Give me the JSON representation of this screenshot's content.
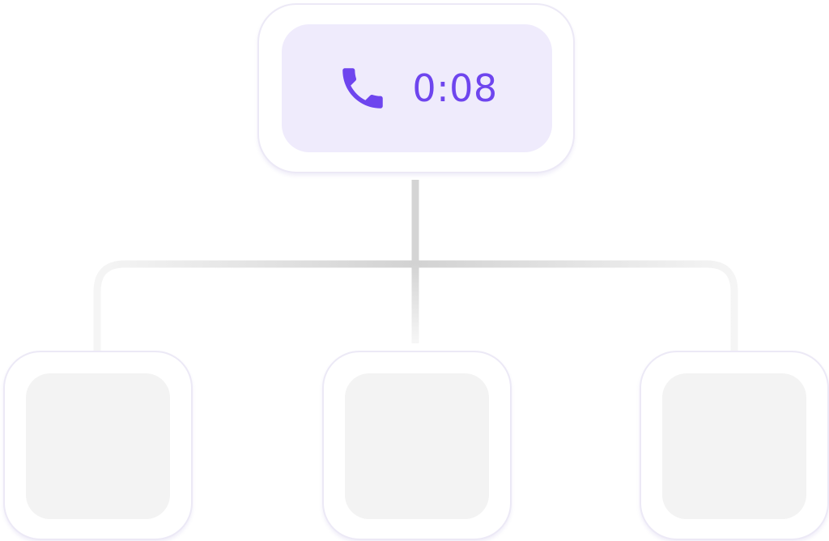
{
  "root_node": {
    "icon": "phone-icon",
    "timer": "0:08"
  },
  "child_nodes": [
    {
      "position": "left",
      "content": ""
    },
    {
      "position": "center",
      "content": ""
    },
    {
      "position": "right",
      "content": ""
    }
  ],
  "colors": {
    "accent": "#6e45ee",
    "root_fill": "#efebfc",
    "child_fill": "#f3f3f3",
    "card_border": "#ece9f6",
    "connector": "#d4d4d4"
  }
}
